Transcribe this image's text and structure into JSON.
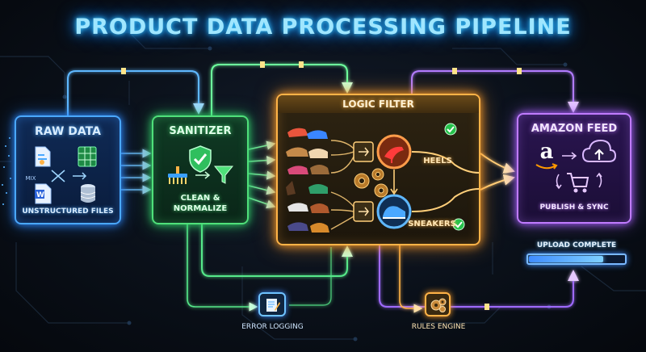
{
  "title": "PRODUCT DATA PROCESSING PIPELINE",
  "stages": {
    "raw": {
      "title": "RAW DATA",
      "mix_label": "MIX",
      "caption": "UNSTRUCTURED FILES"
    },
    "sanitizer": {
      "title": "SANITIZER",
      "caption_line1": "CLEAN &",
      "caption_line2": "NORMALIZE"
    },
    "logic": {
      "title": "LOGIC FILTER",
      "heels_label": "HEELS",
      "sneakers_label": "SNEAKERS"
    },
    "amazon": {
      "title": "AMAZON FEED",
      "logo": "a",
      "caption": "PUBLISH & SYNC"
    }
  },
  "upload": {
    "label": "UPLOAD COMPLETE",
    "progress": 0.78
  },
  "error_logging": {
    "label": "ERROR LOGGING"
  },
  "rules_engine": {
    "label": "RULES ENGINE"
  },
  "colors": {
    "raw": "#4aa8ff",
    "sanitizer": "#4fe07a",
    "logic": "#ffb347",
    "amazon": "#c07bff",
    "title": "#9fe6ff"
  },
  "icons": [
    "document-icon",
    "spreadsheet-icon",
    "word-document-icon",
    "database-icon",
    "shield-check-icon",
    "brush-icon",
    "funnel-icon",
    "gear-icon",
    "high-heel-icon",
    "sneaker-icon",
    "check-icon",
    "cloud-upload-icon",
    "shopping-cart-icon",
    "notepad-icon",
    "gears-icon"
  ]
}
